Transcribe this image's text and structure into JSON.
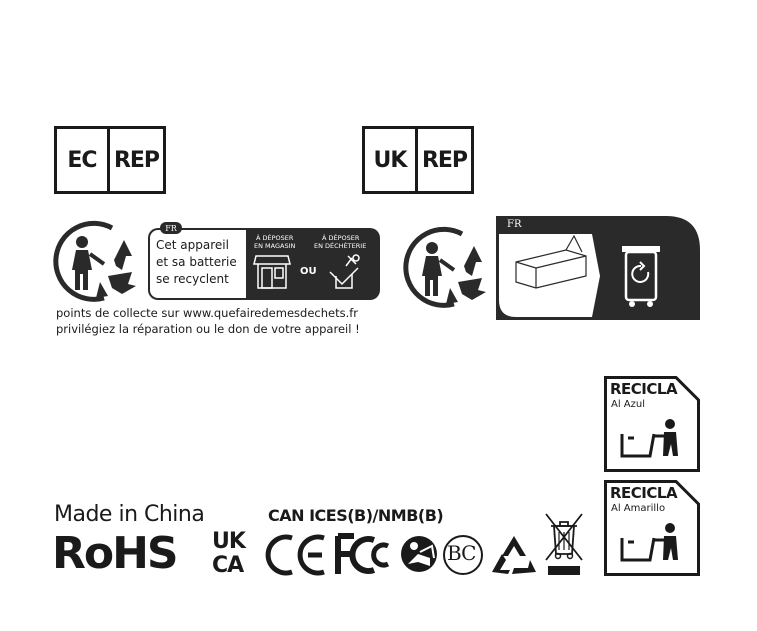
{
  "ec_rep": {
    "left": "EC",
    "right": "REP"
  },
  "uk_rep": {
    "left": "UK",
    "right": "REP"
  },
  "triman_fr": {
    "country": "FR",
    "line1": "Cet appareil",
    "line2": "et sa batterie",
    "line3": "se recyclent",
    "store_label_1": "À DÉPOSER",
    "store_label_2": "EN MAGASIN",
    "ou": "OU",
    "dechet_label_1": "À DÉPOSER",
    "dechet_label_2": "EN DÉCHÈTERIE",
    "caption1": "points de collecte sur www.quefairedemesdechets.fr",
    "caption2": "privilégiez la réparation ou le don de votre appareil !"
  },
  "triman_pack": {
    "country": "FR"
  },
  "recicla_azul": {
    "title": "RECICLA",
    "sub": "Al Azul"
  },
  "recicla_amarillo": {
    "title": "RECICLA",
    "sub": "Al Amarillo"
  },
  "made_in": "Made in China",
  "rohs": "RoHS",
  "ukca_top": "UK",
  "ukca_bottom": "CA",
  "ce": "CE",
  "fcc": "FC",
  "ices": "CAN ICES(B)/NMB(B)",
  "bc": "BC"
}
